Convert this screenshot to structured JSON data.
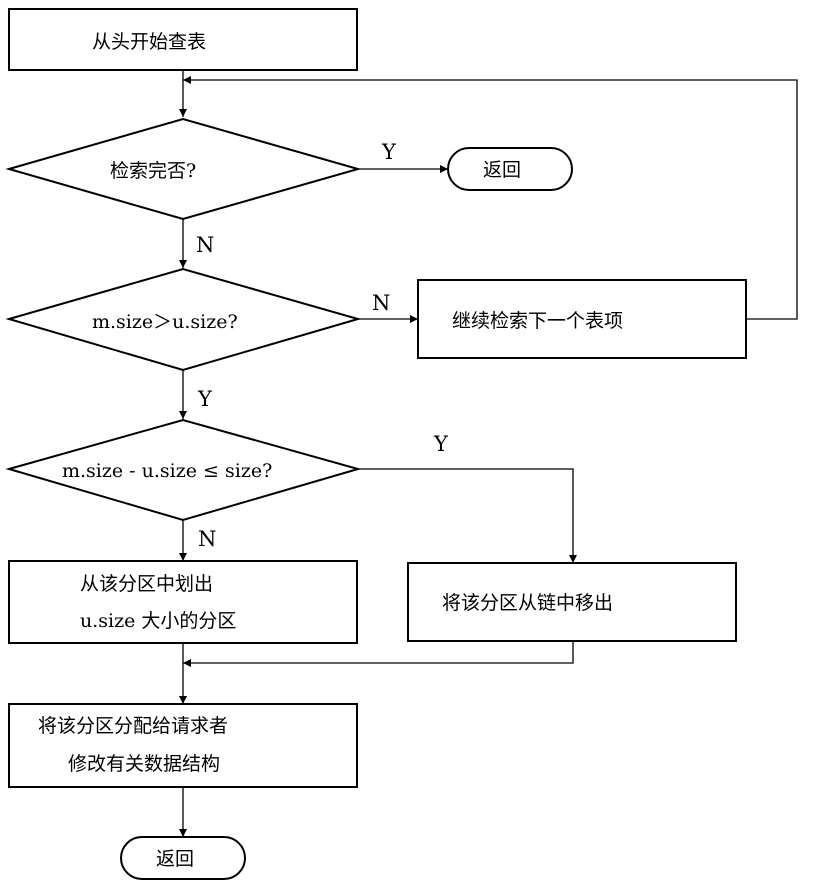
{
  "diagram": {
    "nodes": {
      "start": "从头开始查表",
      "check_done": "检索完否?",
      "return_top": "返回",
      "size_compare": "m.size＞u.size?",
      "continue_next": "继续检索下一个表项",
      "diff_compare": "m.size - u.size ≤ size?",
      "split_line1": "从该分区中划出",
      "split_line2": "u.size  大小的分区",
      "remove_from_chain": "将该分区从链中移出",
      "allocate_line1": "将该分区分配给请求者",
      "allocate_line2": "修改有关数据结构",
      "return_bottom": "返回"
    },
    "edge_labels": {
      "done_yes": "Y",
      "done_no": "N",
      "size_no": "N",
      "size_yes": "Y",
      "diff_yes": "Y",
      "diff_no": "N"
    }
  }
}
